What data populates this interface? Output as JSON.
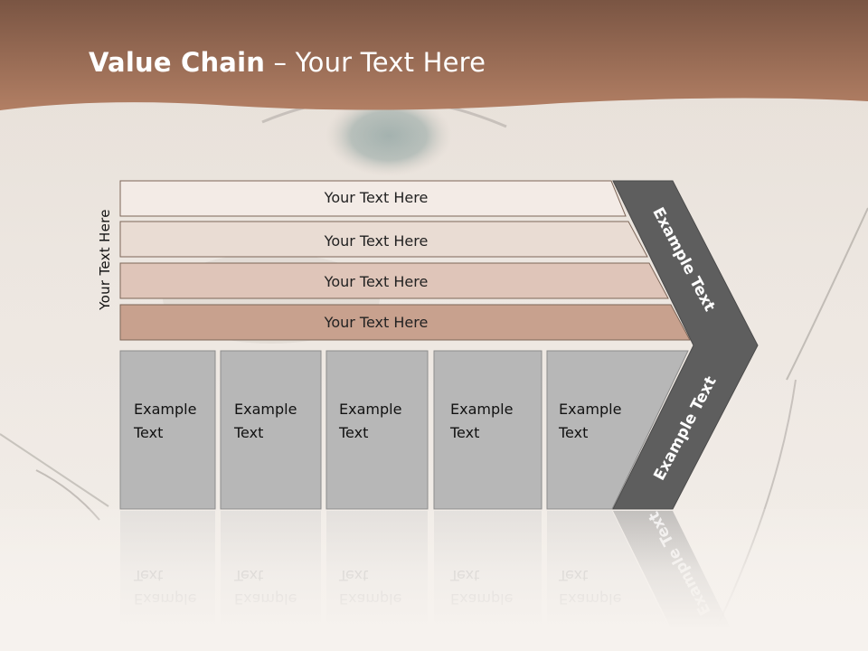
{
  "slide": {
    "title_bold": "Value Chain",
    "title_rest": " – Your Text Here",
    "side_label": "Your Text Here"
  },
  "bars": [
    {
      "label": "Your Text Here"
    },
    {
      "label": "Your Text Here"
    },
    {
      "label": "Your Text Here"
    },
    {
      "label": "Your Text Here"
    }
  ],
  "boxes": [
    {
      "label": "Example Text"
    },
    {
      "label": "Example Text"
    },
    {
      "label": "Example Text"
    },
    {
      "label": "Example Text"
    },
    {
      "label": "Example Text"
    }
  ],
  "chevron": {
    "upper_label": "Example Text",
    "lower_label": "Example Text"
  },
  "colors": {
    "header_brown": "#a06a4c",
    "bar_1": "#f3ebe6",
    "bar_2": "#e9dcd3",
    "bar_3": "#dfc5b9",
    "bar_4": "#c8a18e",
    "box_fill": "#b7b7b7",
    "chevron_fill": "#5e5e5e",
    "title_text": "#ffffff"
  }
}
